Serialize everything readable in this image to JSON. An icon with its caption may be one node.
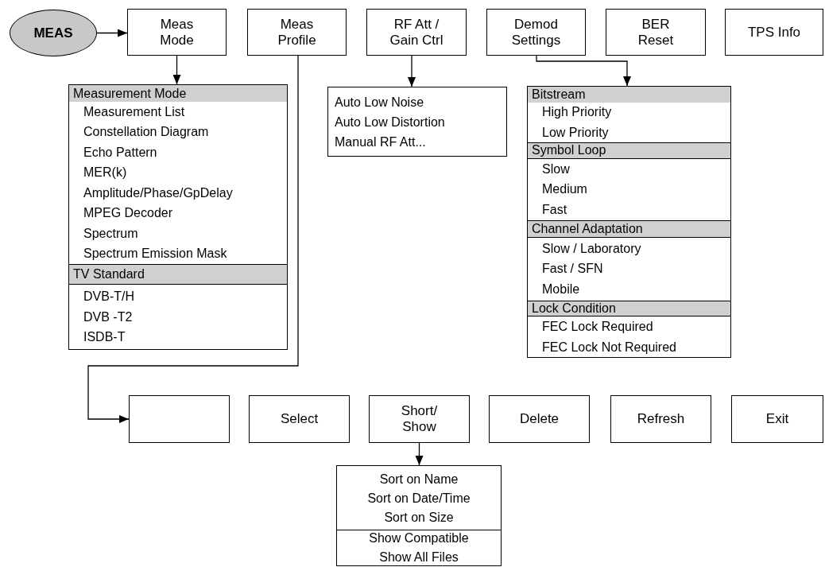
{
  "diagram": {
    "nodes": [
      {
        "text": [
          "MEAS"
        ]
      },
      {
        "text": [
          "Meas Mode"
        ]
      },
      {
        "text": [
          "Meas Profile"
        ]
      },
      {
        "text": [
          "RF Att / Gain Ctrl"
        ]
      },
      {
        "text": [
          "Demod Settings"
        ]
      },
      {
        "text": [
          "BER Reset"
        ]
      },
      {
        "text": [
          "TPS Info"
        ]
      },
      {
        "text": [],
        "shape": "box"
      },
      {
        "text": [
          "Measurement Mode"
        ],
        "in": 7
      },
      {
        "text": [
          "Measurement List",
          "Constellation Diagram",
          "Echo Pattern",
          "MER(k)",
          "Amplitude/Phase/GpDelay",
          "MPEG Decoder",
          "Spectrum",
          "Spectrum Emission Mask"
        ],
        "in": 7
      },
      {
        "text": [
          "TV Standard"
        ],
        "in": 7
      },
      {
        "text": [
          "DVB-T/H",
          "DVB -T2",
          "ISDB-T"
        ],
        "in": 7
      },
      {
        "text": [
          "Auto Low Noise",
          "Auto Low Distortion",
          "Manual RF Att..."
        ]
      },
      {
        "text": [],
        "shape": "box"
      },
      {
        "text": [
          "Bitstream"
        ],
        "in": 13
      },
      {
        "text": [
          "High Priority",
          "Low Priority"
        ],
        "in": 13
      },
      {
        "text": [
          "Symbol Loop"
        ],
        "in": 13
      },
      {
        "text": [
          "Slow",
          "Medium",
          "Fast"
        ],
        "in": 13
      },
      {
        "text": [
          "Channel Adaptation"
        ],
        "in": 13
      },
      {
        "text": [
          "Slow / Laboratory",
          "Fast / SFN",
          "Mobile"
        ],
        "in": 13
      },
      {
        "text": [
          "Lock Condition"
        ],
        "in": 13
      },
      {
        "text": [
          "FEC Lock Required",
          "FEC Lock Not Required"
        ],
        "in": 13
      },
      {
        "text": [],
        "shape": "box"
      },
      {
        "text": [
          "Select"
        ]
      },
      {
        "text": [
          "Short/ Show"
        ]
      },
      {
        "text": [
          "Delete"
        ]
      },
      {
        "text": [
          "Refresh"
        ]
      },
      {
        "text": [
          "Exit"
        ]
      },
      {
        "text": [],
        "shape": "box"
      },
      {
        "text": [
          "Sort on Name",
          "Sort on Date/Time",
          "Sort on Size"
        ],
        "in": 28
      },
      {
        "text": [
          "Show Compatible",
          "Show All Files"
        ],
        "in": 28
      }
    ],
    "edges": [
      {
        "from": 0,
        "to": 1,
        "arrow": "to"
      },
      {
        "from": 1,
        "to": 7,
        "arrow": "to"
      },
      {
        "from": 2,
        "to": 22,
        "arrow": "to"
      },
      {
        "from": 3,
        "to": 12,
        "arrow": "to"
      },
      {
        "from": 4,
        "to": 13,
        "arrow": "to"
      },
      {
        "from": 24,
        "to": 28,
        "arrow": "to"
      }
    ]
  }
}
